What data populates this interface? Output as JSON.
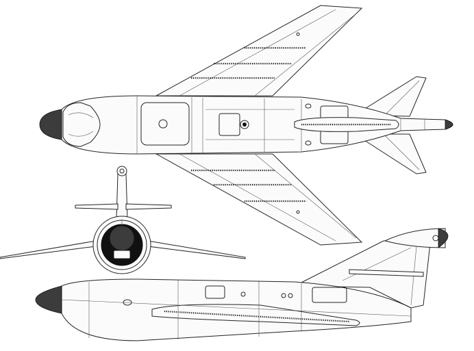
{
  "drawing": {
    "views": [
      "top-view",
      "front-view",
      "side-view"
    ],
    "colors": {
      "line": "#222222",
      "background": "#ffffff",
      "nose_cone": "#3c3c3c",
      "intake": "#111111"
    }
  }
}
